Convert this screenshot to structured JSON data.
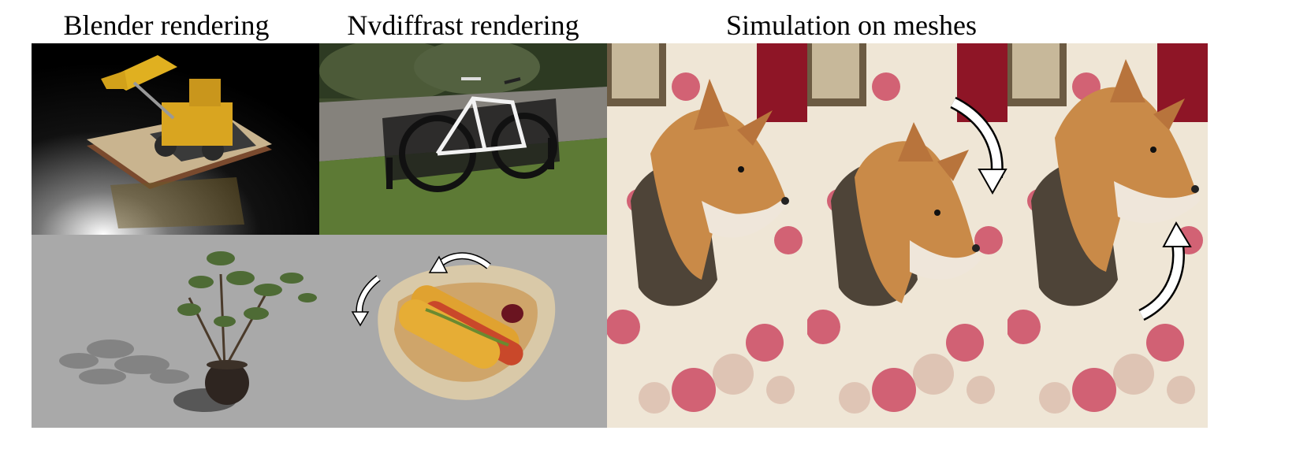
{
  "titles": {
    "blender": "Blender rendering",
    "nvdiffrast": "Nvdiffrast rendering",
    "simulation": "Simulation on meshes"
  },
  "panels": {
    "lego": "lego-excavator-render",
    "bicycle": "bicycle-on-bench-photo",
    "plant": "potted-plant-render",
    "hotdog": "hotdog-on-plate-render",
    "fox": [
      "fox-head-frame-1",
      "fox-head-frame-2",
      "fox-head-frame-3"
    ]
  },
  "colors": {
    "gray_bg": "#a9a9a9",
    "black_bg": "#050505",
    "arrow_fill": "#ffffff",
    "arrow_stroke": "#000000"
  }
}
